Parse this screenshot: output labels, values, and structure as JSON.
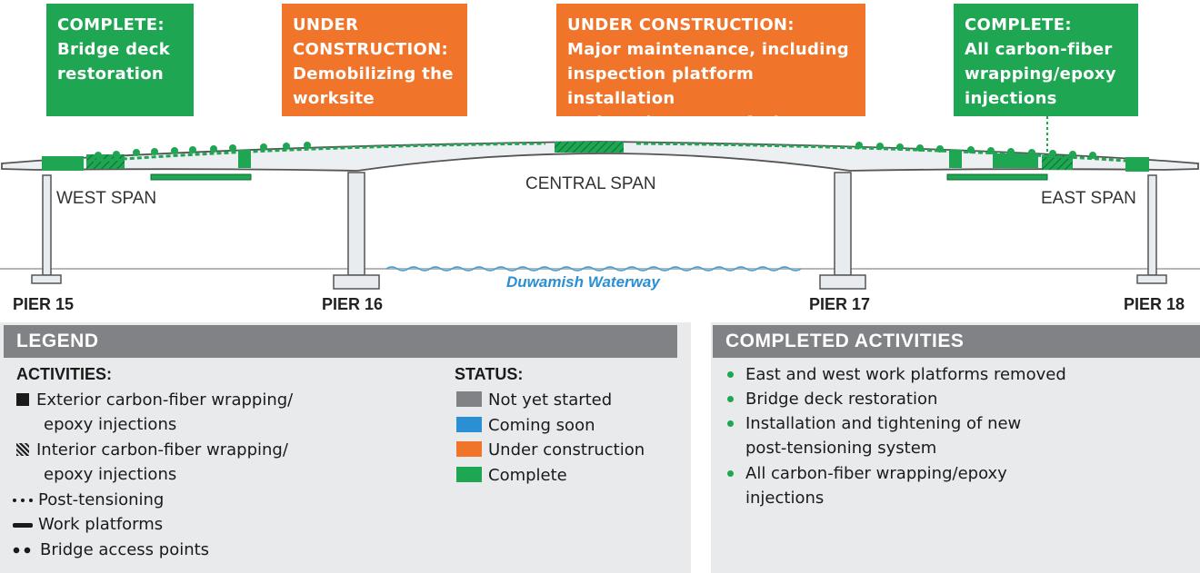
{
  "callouts": [
    {
      "head": "COMPLETE:",
      "body": [
        "Bridge deck",
        "restoration"
      ],
      "status": "complete"
    },
    {
      "head": "UNDER",
      "body": [
        "CONSTRUCTION:",
        "Demobilizing the",
        "worksite"
      ],
      "status": "under_construction"
    },
    {
      "head": "UNDER CONSTRUCTION:",
      "body": [
        "Major maintenance, including",
        "inspection platform installation",
        "and roadway resurfacing"
      ],
      "status": "under_construction"
    },
    {
      "head": "COMPLETE:",
      "body": [
        "All carbon-fiber",
        "wrapping/epoxy",
        "injections"
      ],
      "status": "complete"
    }
  ],
  "bridge": {
    "span_labels": {
      "west": "WEST SPAN",
      "central": "CENTRAL SPAN",
      "east": "EAST SPAN"
    },
    "piers": [
      "PIER 15",
      "PIER 16",
      "PIER 17",
      "PIER 18"
    ],
    "waterway": "Duwamish Waterway"
  },
  "legend": {
    "title": "LEGEND",
    "activities_title": "ACTIVITIES:",
    "activities": [
      {
        "icon": "solid-square-icon",
        "lines": [
          "Exterior carbon-fiber wrapping/",
          "epoxy injections"
        ]
      },
      {
        "icon": "hatched-square-icon",
        "lines": [
          "Interior carbon-fiber wrapping/",
          "epoxy injections"
        ]
      },
      {
        "icon": "dashed-line-icon",
        "lines": [
          "Post-tensioning"
        ]
      },
      {
        "icon": "platform-icon",
        "lines": [
          "Work platforms"
        ]
      },
      {
        "icon": "access-dots-icon",
        "lines": [
          "Bridge access points"
        ]
      }
    ],
    "status_title": "STATUS:",
    "statuses": [
      {
        "label": "Not yet started",
        "color": "#808285"
      },
      {
        "label": "Coming soon",
        "color": "#2b8fd4"
      },
      {
        "label": "Under construction",
        "color": "#f0742a"
      },
      {
        "label": "Complete",
        "color": "#1fa653"
      }
    ]
  },
  "completed": {
    "title": "COMPLETED ACTIVITIES",
    "items": [
      [
        "East and west work platforms removed"
      ],
      [
        "Bridge deck restoration"
      ],
      [
        "Installation and tightening of new",
        "post-tensioning system"
      ],
      [
        "All carbon-fiber wrapping/epoxy",
        "injections"
      ]
    ]
  },
  "colors": {
    "complete": "#1fa653",
    "under_construction": "#f0742a",
    "not_started": "#808285",
    "coming_soon": "#2b8fd4",
    "water": "#4aa3d8"
  }
}
